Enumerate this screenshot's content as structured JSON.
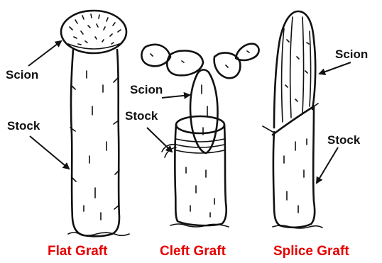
{
  "diagram": {
    "colors": {
      "ink": "#111111",
      "caption": "#e60000",
      "background": "#ffffff"
    },
    "flat_graft": {
      "caption": "Flat Graft",
      "scion_label": "Scion",
      "stock_label": "Stock"
    },
    "cleft_graft": {
      "caption": "Cleft Graft",
      "scion_label": "Scion",
      "stock_label": "Stock"
    },
    "splice_graft": {
      "caption": "Splice Graft",
      "scion_label": "Scion",
      "stock_label": "Stock"
    }
  }
}
